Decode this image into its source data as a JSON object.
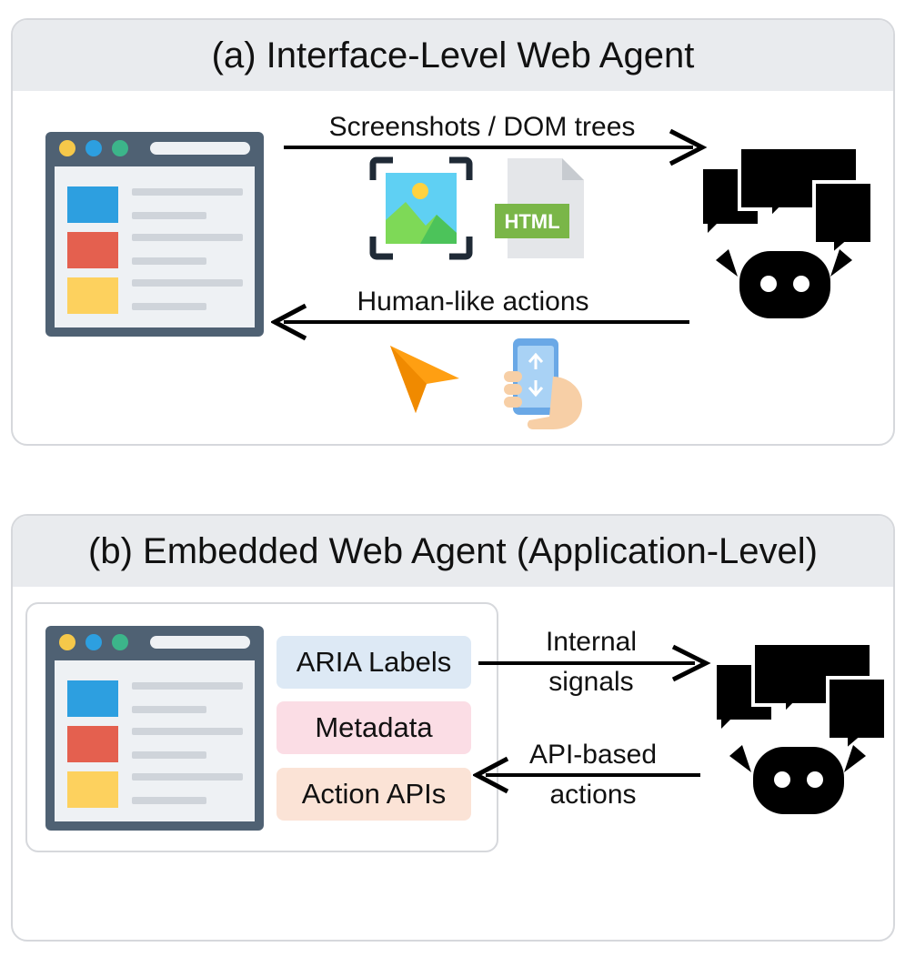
{
  "panel_a": {
    "title": "(a) Interface-Level Web Agent",
    "arrow_top_label": "Screenshots / DOM trees",
    "arrow_bottom_label": "Human-like actions",
    "html_icon_text": "HTML"
  },
  "panel_b": {
    "title": "(b) Embedded Web Agent (Application-Level)",
    "pills": [
      "ARIA Labels",
      "Metadata",
      "Action APIs"
    ],
    "arrow_top_label_line1": "Internal",
    "arrow_top_label_line2": "signals",
    "arrow_bottom_label_line1": "API-based",
    "arrow_bottom_label_line2": "actions"
  },
  "colors": {
    "panel_border": "#d6d8dc",
    "header_bg": "#e9ebee",
    "window_frame": "#4f6173",
    "window_body": "#eef1f4",
    "block_blue": "#2d9fe0",
    "block_red": "#e4604f",
    "block_yellow": "#fdd15e",
    "dot_yellow": "#f5c84a",
    "dot_blue": "#2d9fe0",
    "dot_green": "#3cb58a",
    "cursor_orange": "#ff9f12",
    "pill_aria": "#dde9f5",
    "pill_meta": "#fbdde5",
    "pill_api": "#fbe3d6"
  },
  "icons": {
    "browser_window": "browser-window-icon",
    "screenshot": "image-screenshot-icon",
    "html_file": "html-file-icon",
    "cursor": "cursor-arrow-icon",
    "phone_hand": "phone-in-hand-icon",
    "agent": "chat-robot-agent-icon"
  }
}
